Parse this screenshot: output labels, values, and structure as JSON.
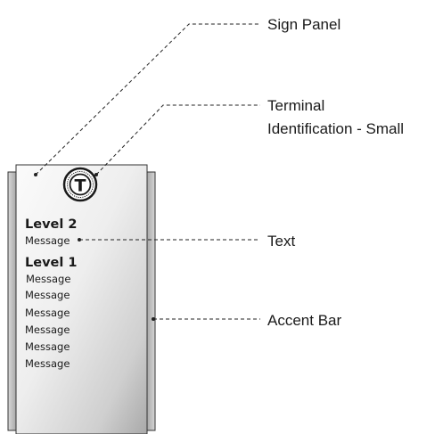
{
  "callouts": {
    "sign_panel": "Sign Panel",
    "terminal_id_line1": "Terminal",
    "terminal_id_line2": "Identification - Small",
    "text": "Text",
    "accent_bar": "Accent Bar"
  },
  "sign": {
    "logo_letter": "T",
    "level_2": "Level 2",
    "message_1": "Message",
    "level_1": "Level 1",
    "messages": [
      "Message",
      "Message",
      "Message",
      "Message",
      "Message",
      "Message"
    ]
  },
  "colors": {
    "panel_light": "#f7f7f7",
    "panel_dark": "#a8a8a8",
    "accent_bar": "#b5b5b5",
    "leader": "#222222"
  }
}
